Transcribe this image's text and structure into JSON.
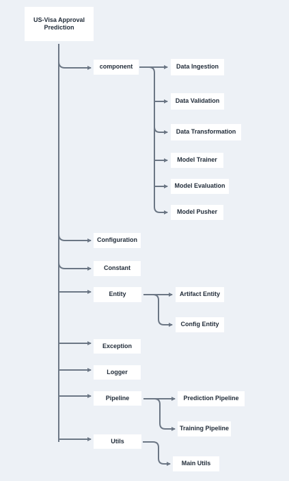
{
  "diagram": {
    "root": "US-Visa Approval Prediction",
    "nodes": {
      "component": "component",
      "data_ingestion": "Data Ingestion",
      "data_validation": "Data Validation",
      "data_transformation": "Data Transformation",
      "model_trainer": "Model Trainer",
      "model_evaluation": "Model Evaluation",
      "model_pusher": "Model Pusher",
      "configuration": "Configuration",
      "constant": "Constant",
      "entity": "Entity",
      "artifact_entity": "Artifact Entity",
      "config_entity": "Config Entity",
      "exception": "Exception",
      "logger": "Logger",
      "pipeline": "Pipeline",
      "prediction_pipeline": "Prediction Pipeline",
      "training_pipeline": "Training Pipeline",
      "utils": "Utils",
      "main_utils": "Main Utils"
    },
    "colors": {
      "background": "#edf1f6",
      "node_fill": "#ffffff",
      "connector": "#6b7684",
      "text": "#1f2a37"
    }
  }
}
